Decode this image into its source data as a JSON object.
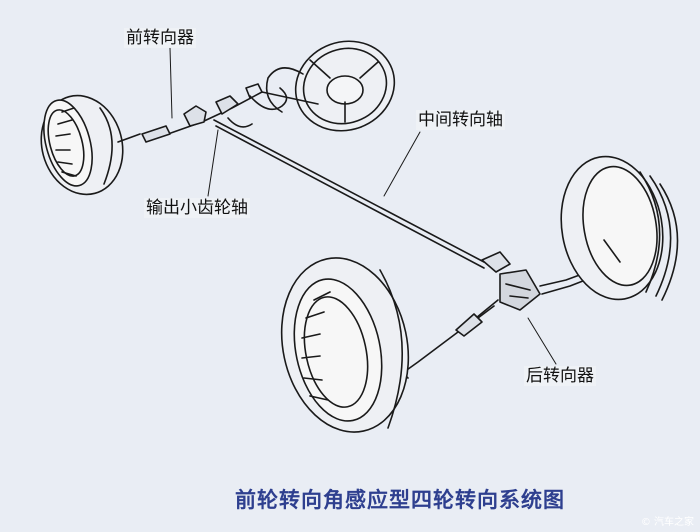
{
  "labels": {
    "front_steering_gear": "前转向器",
    "intermediate_shaft": "中间转向轴",
    "output_pinion_shaft": "输出小齿轮轴",
    "rear_steering_gear": "后转向器"
  },
  "caption": "前轮转向角感应型四轮转向系统图",
  "watermark": "© 汽车之家",
  "colors": {
    "caption": "#2e3f8f",
    "line_art": "#1a1a1a",
    "paper": "#e9edf4"
  }
}
